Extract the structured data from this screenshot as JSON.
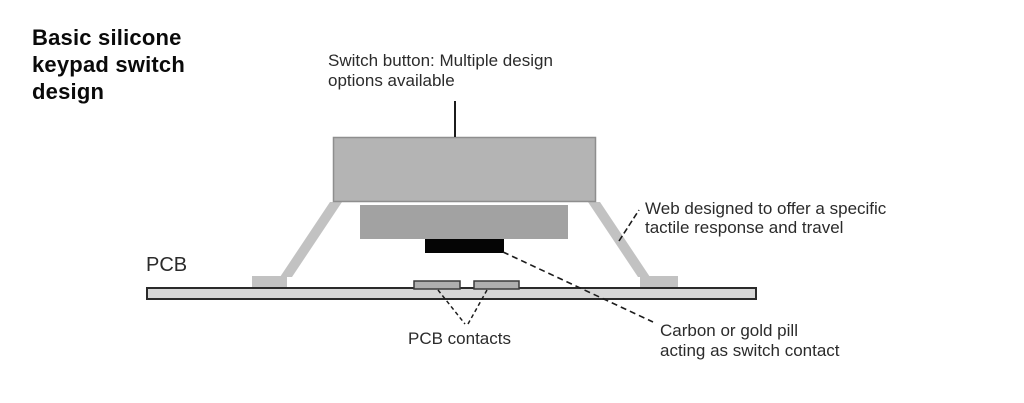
{
  "diagram": {
    "title": "Basic silicone\nkeypad switch\ndesign",
    "labels": {
      "switch_button": "Switch button: Multiple design\noptions available",
      "web": "Web designed to offer a specific\ntactile response and travel",
      "pcb": "PCB",
      "pcb_contacts": "PCB contacts",
      "pill": "Carbon or gold pill\nacting as switch contact"
    },
    "colors": {
      "background": "#ffffff",
      "cap_fill": "#b4b4b4",
      "cap_border": "#8e8e8e",
      "plunger_fill": "#a2a2a2",
      "web_fill": "#c2c2c2",
      "pcb_fill": "#d7d7d7",
      "pcb_border": "#2a2a2a",
      "contact_fill": "#aeaeae",
      "contact_border": "#3a3a3a",
      "pill_fill": "#050505",
      "leader": "#1c1c1c",
      "text": "#2b2b2b",
      "title_text": "#0a0a0a"
    }
  }
}
